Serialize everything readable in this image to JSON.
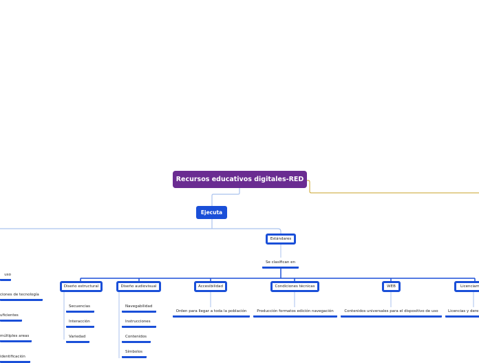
{
  "root": {
    "label": "Recursos educativos digitales-RED"
  },
  "ejecuta": {
    "label": "Ejecuta"
  },
  "estandares": {
    "label": "Estándares"
  },
  "clasifican": {
    "label": "Se clasifican en"
  },
  "categories": [
    {
      "label": "Diseño estructural",
      "children": [
        "Secuencias",
        "Interacción",
        "Variedad"
      ]
    },
    {
      "label": "Diseño audiovisual",
      "children": [
        "Navegabilidad",
        "Instrucciones",
        "Contenidos",
        "Símbolos"
      ]
    },
    {
      "label": "Accesibilidad",
      "children": [
        "Orden para llegar a toda la población"
      ]
    },
    {
      "label": "Condiciones técnicas",
      "children": [
        "Producción formatos edición navegación"
      ]
    },
    {
      "label": "WEB",
      "children": [
        "Contenidos universales para el dispositivo de uso"
      ]
    },
    {
      "label": "Licenciamiento",
      "children": [
        "Licencias y dere"
      ]
    }
  ],
  "left_items": [
    "uso",
    "ciones de tecnología",
    "uficientes",
    "múltiples areas",
    "identificación"
  ],
  "colors": {
    "root": "#6a2c91",
    "node": "#1a4fd8",
    "line": "#a9c2ee",
    "branch": "#c9a227"
  }
}
